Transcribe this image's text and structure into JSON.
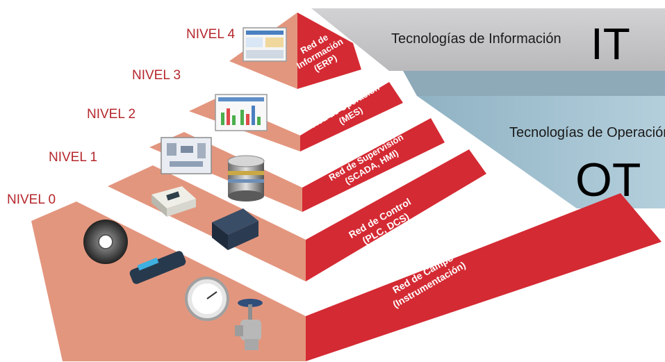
{
  "it": {
    "label": "Tecnologías de Información",
    "code": "IT",
    "color": "#c4c4c6"
  },
  "ot": {
    "label": "Tecnologías de Operación",
    "code": "OT",
    "color": "#a9c7d6"
  },
  "levels": [
    {
      "level": "NIVEL 4",
      "name": "Red de",
      "name2": "Información",
      "detail": "(ERP)"
    },
    {
      "level": "NIVEL 3",
      "name": "Red de Operación",
      "detail": "(MES)"
    },
    {
      "level": "NIVEL 2",
      "name": "Red de Supervisión",
      "detail": "(SCADA, HMI)"
    },
    {
      "level": "NIVEL 1",
      "name": "Red de Control",
      "detail": "(PLC, DCS)"
    },
    {
      "level": "NIVEL 0",
      "name": "Red de Campo",
      "detail": "(Instrumentación)"
    }
  ],
  "colors": {
    "red": "#d42a33",
    "salmon": "#e3967e",
    "level_text": "#b5272d"
  }
}
